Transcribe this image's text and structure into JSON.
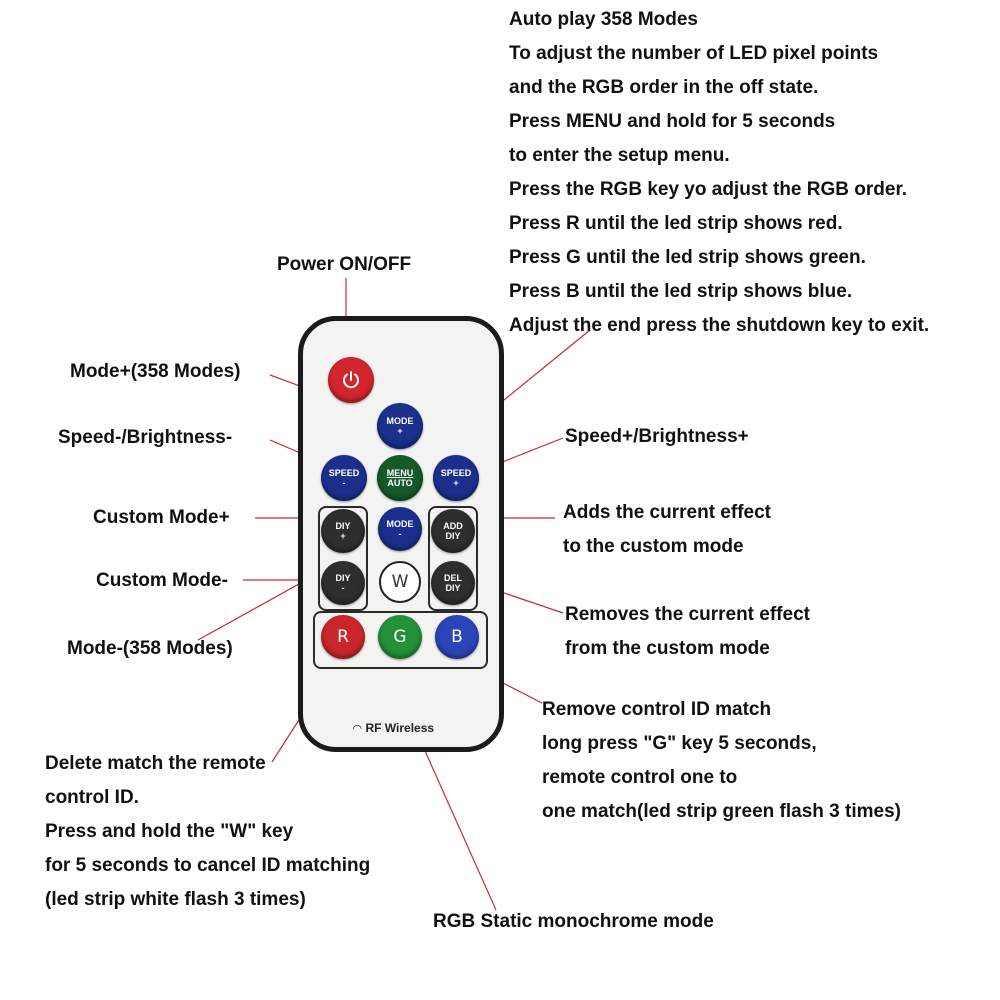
{
  "labels": {
    "top_block": [
      "Auto play 358 Modes",
      "To adjust the number of LED pixel points",
      "and the RGB order in the off state.",
      "Press MENU and hold for 5 seconds",
      "to enter the setup menu.",
      "Press the RGB key yo adjust the RGB order.",
      "Press R until the led strip shows red.",
      "Press G until the led strip shows green.",
      "Press B until the led strip shows blue.",
      "Adjust the end press the shutdown key to exit."
    ],
    "power": "Power ON/OFF",
    "mode_plus": "Mode+(358 Modes)",
    "speed_minus": "Speed-/Brightness-",
    "speed_plus": "Speed+/Brightness+",
    "custom_plus": "Custom Mode+",
    "custom_minus": "Custom Mode-",
    "mode_minus": "Mode-(358 Modes)",
    "add_block": [
      "Adds the current effect",
      "to the custom mode"
    ],
    "del_block": [
      "Removes the current effect",
      "from the custom mode"
    ],
    "remove_id_block": [
      "Remove control ID match",
      "long press \"G\" key 5 seconds,",
      "remote control one to",
      "one match(led strip green flash 3 times)"
    ],
    "delete_match_block": [
      "Delete match the remote",
      "control ID.",
      "Press and hold the \"W\" key",
      "for 5 seconds to cancel ID matching",
      "(led strip white flash 3 times)"
    ],
    "rgb_static": "RGB Static monochrome mode"
  },
  "remote": {
    "mode_up": [
      "MODE",
      "+"
    ],
    "speed_left": [
      "SPEED",
      "-"
    ],
    "menu": [
      "MENU",
      "AUTO"
    ],
    "speed_right": [
      "SPEED",
      "+"
    ],
    "diy_plus": [
      "DIY",
      "+"
    ],
    "mode_down": [
      "MODE",
      "-"
    ],
    "add_diy": [
      "ADD",
      "DIY"
    ],
    "diy_minus": [
      "DIY",
      "-"
    ],
    "w": "W",
    "del_diy": [
      "DEL",
      "DIY"
    ],
    "r": "R",
    "g": "G",
    "b": "B",
    "brand": "RF Wireless"
  },
  "colors": {
    "pointer_line": "#cc2a2a",
    "power": "#d2262c",
    "mode_blue": "#1c2f8c",
    "menu_green": "#155a2b",
    "diy_grey": "#2e2e2e"
  },
  "icons": [
    "power-icon",
    "wifi-icon"
  ]
}
